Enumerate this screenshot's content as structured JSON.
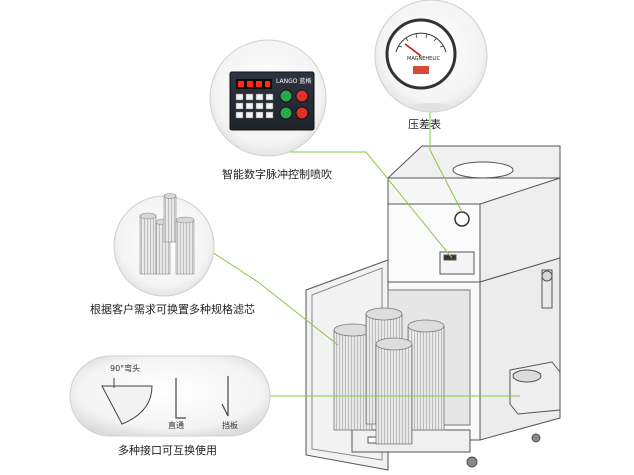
{
  "callouts": {
    "gauge_label": "压差表",
    "controller_label": "智能数字脉冲控制喷吹",
    "filter_label": "根据客户需求可换置多种规格滤芯",
    "interface_label": "多种接口可互换使用",
    "elbow_label": "90°弯头",
    "straight_label": "直通",
    "baffle_label": "挡板"
  },
  "controller": {
    "brand": "LANGO 蓝格"
  },
  "gauge": {
    "brand": "MAGNEHELIC"
  },
  "colors": {
    "callout_line": "#8dc63f",
    "cabinet_line": "#555555",
    "red_button": "#e0302a",
    "green_button": "#2aa84a",
    "led_red": "#ff2a1a",
    "gauge_face": "#ffffff"
  }
}
